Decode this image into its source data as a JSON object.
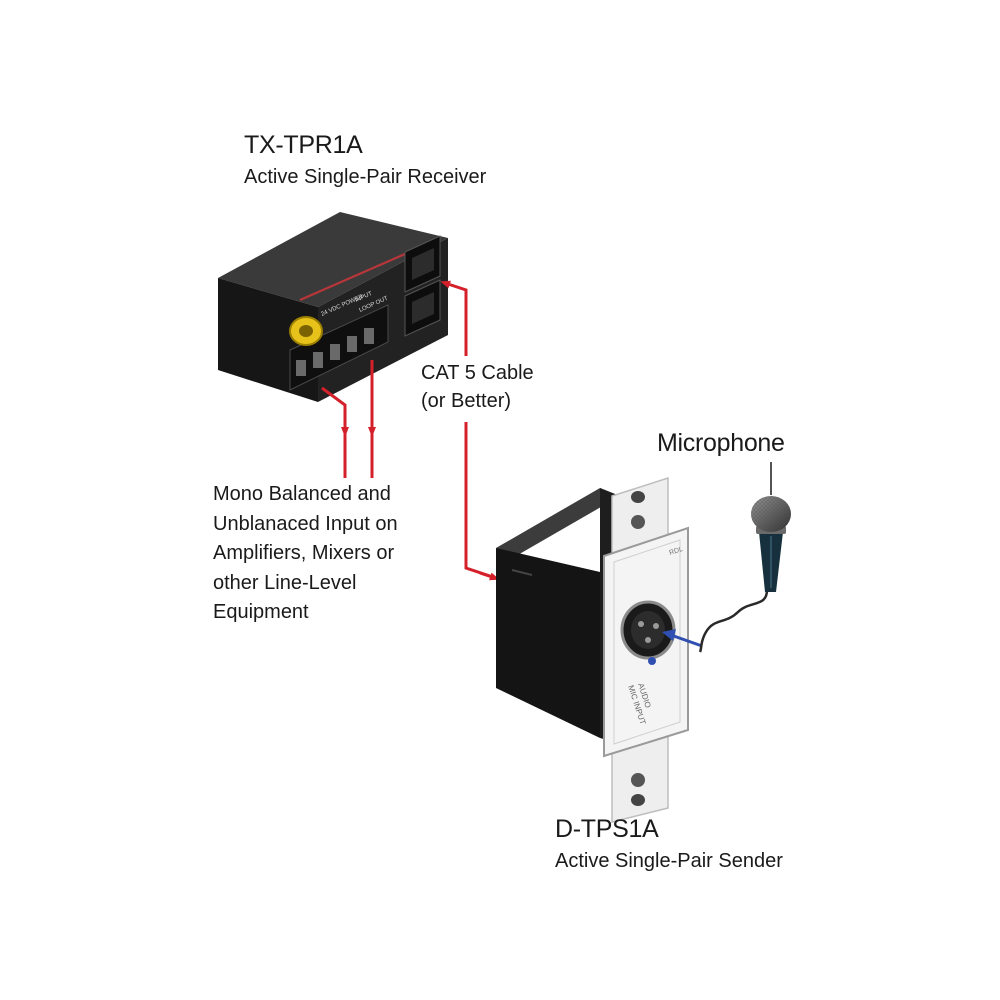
{
  "receiver": {
    "model": "TX-TPR1A",
    "description": "Active Single-Pair Receiver",
    "panel_marks": {
      "power": "24 VDC POWER",
      "input": "INPUT",
      "loop_out": "LOOP OUT"
    }
  },
  "cable": {
    "line1": "CAT 5 Cable",
    "line2": "(or Better)"
  },
  "output_note": {
    "lines": [
      "Mono Balanced and",
      "Unblanaced Input on",
      "Amplifiers, Mixers or",
      "other Line-Level",
      "Equipment"
    ]
  },
  "microphone": {
    "label": "Microphone"
  },
  "sender": {
    "model": "D-TPS1A",
    "description": "Active Single-Pair Sender",
    "plate_marks": {
      "brand": "RDL",
      "line1": "AUDIO",
      "line2": "MIC INPUT"
    }
  },
  "colors": {
    "wire": "#d4202a",
    "device_body": "#1c1c1c",
    "plate": "#f2f2f2",
    "connector_gold": "#e6c21a",
    "mic_cable": "#2a2a2a",
    "signal_arrow": "#2f50b0"
  }
}
